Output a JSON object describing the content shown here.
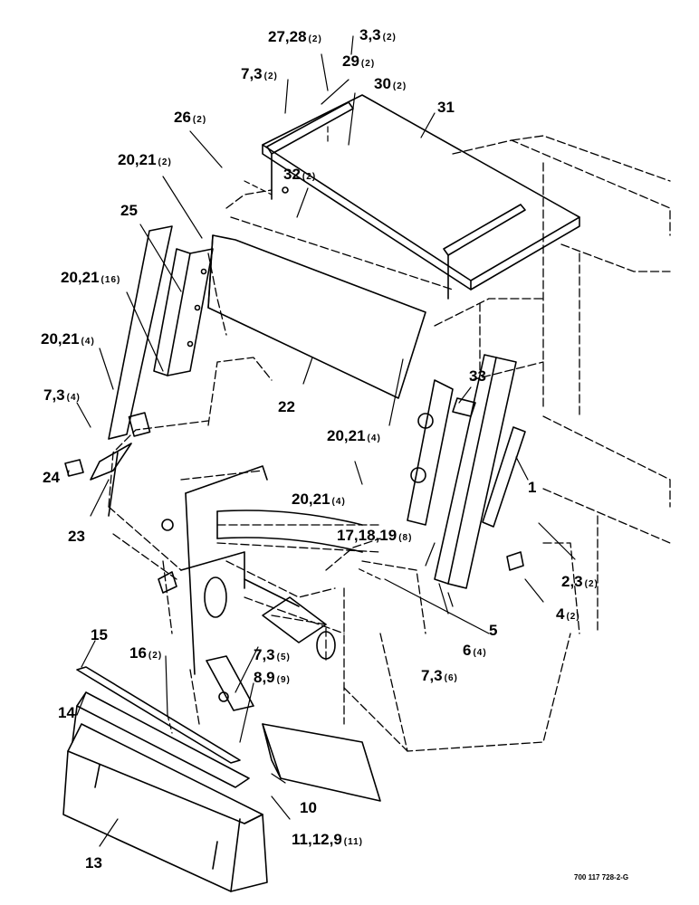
{
  "drawing_number": "700 117 728-2-G",
  "callouts": [
    {
      "id": "c1",
      "main": "27,28",
      "qty": "(2)"
    },
    {
      "id": "c2",
      "main": "3,3",
      "qty": "(2)"
    },
    {
      "id": "c3",
      "main": "29",
      "qty": "(2)"
    },
    {
      "id": "c4",
      "main": "7,3",
      "qty": "(2)"
    },
    {
      "id": "c5",
      "main": "30",
      "qty": "(2)"
    },
    {
      "id": "c6",
      "main": "31",
      "qty": ""
    },
    {
      "id": "c7",
      "main": "26",
      "qty": "(2)"
    },
    {
      "id": "c8",
      "main": "20,21",
      "qty": "(2)"
    },
    {
      "id": "c9",
      "main": "32",
      "qty": "(2)"
    },
    {
      "id": "c10",
      "main": "25",
      "qty": ""
    },
    {
      "id": "c11",
      "main": "20,21",
      "qty": "(16)"
    },
    {
      "id": "c12",
      "main": "20,21",
      "qty": "(4)"
    },
    {
      "id": "c13",
      "main": "7,3",
      "qty": "(4)"
    },
    {
      "id": "c14",
      "main": "22",
      "qty": ""
    },
    {
      "id": "c15",
      "main": "33",
      "qty": ""
    },
    {
      "id": "c16",
      "main": "20,21",
      "qty": "(4)"
    },
    {
      "id": "c17",
      "main": "24",
      "qty": ""
    },
    {
      "id": "c18",
      "main": "23",
      "qty": ""
    },
    {
      "id": "c19",
      "main": "20,21",
      "qty": "(4)"
    },
    {
      "id": "c20",
      "main": "1",
      "qty": ""
    },
    {
      "id": "c21",
      "main": "17,18,19",
      "qty": "(8)"
    },
    {
      "id": "c22",
      "main": "2,3",
      "qty": "(2)"
    },
    {
      "id": "c23",
      "main": "4",
      "qty": "(2)"
    },
    {
      "id": "c24",
      "main": "5",
      "qty": ""
    },
    {
      "id": "c25",
      "main": "6",
      "qty": "(4)"
    },
    {
      "id": "c26",
      "main": "7,3",
      "qty": "(6)"
    },
    {
      "id": "c27",
      "main": "15",
      "qty": ""
    },
    {
      "id": "c28",
      "main": "16",
      "qty": "(2)"
    },
    {
      "id": "c29",
      "main": "7,3",
      "qty": "(5)"
    },
    {
      "id": "c30",
      "main": "8,9",
      "qty": "(9)"
    },
    {
      "id": "c31",
      "main": "14",
      "qty": ""
    },
    {
      "id": "c32",
      "main": "10",
      "qty": ""
    },
    {
      "id": "c33",
      "main": "11,12,9",
      "qty": "(11)"
    },
    {
      "id": "c34",
      "main": "13",
      "qty": ""
    }
  ]
}
